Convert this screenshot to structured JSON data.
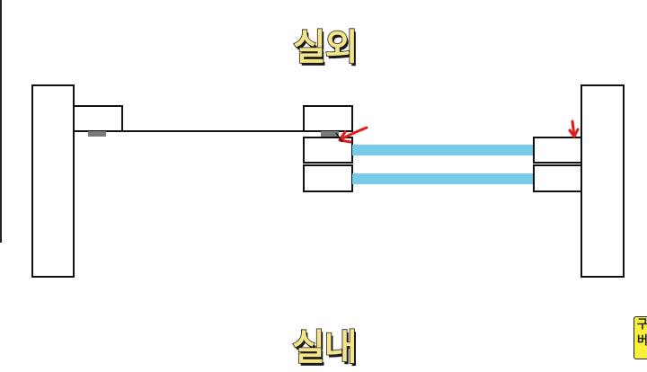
{
  "labels": {
    "top": "실외",
    "bottom": "실내"
  },
  "corner_badge": {
    "line1": "구",
    "line2": "버"
  },
  "colors": {
    "line": "#111111",
    "pipe": "#78cbe8",
    "marker": "#e01b1b",
    "gray_patch": "#7a7a7a",
    "label_fill": "#f4e58a",
    "badge": "#f7ef3a"
  }
}
